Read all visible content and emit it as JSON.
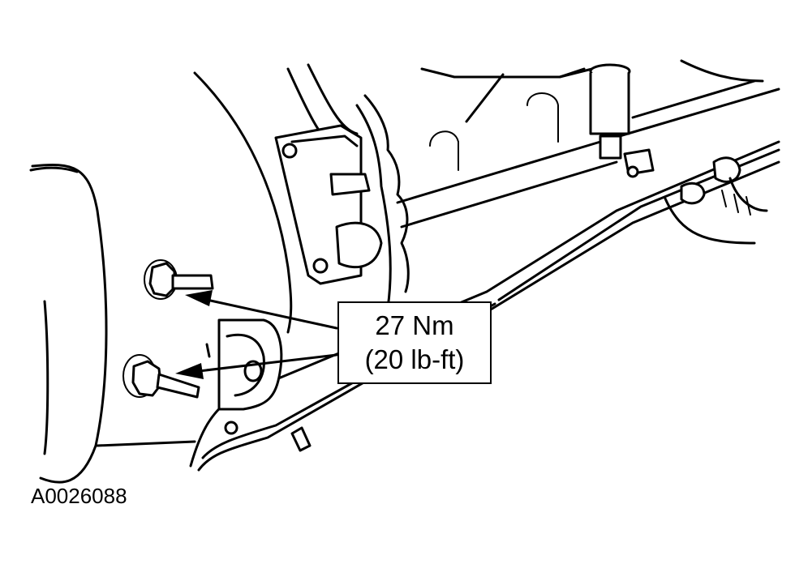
{
  "callout": {
    "torque_nm": "27 Nm",
    "torque_lbft": "(20 lb-ft)"
  },
  "figure_id": "A0026088",
  "colors": {
    "line": "#000000",
    "background": "#ffffff"
  }
}
